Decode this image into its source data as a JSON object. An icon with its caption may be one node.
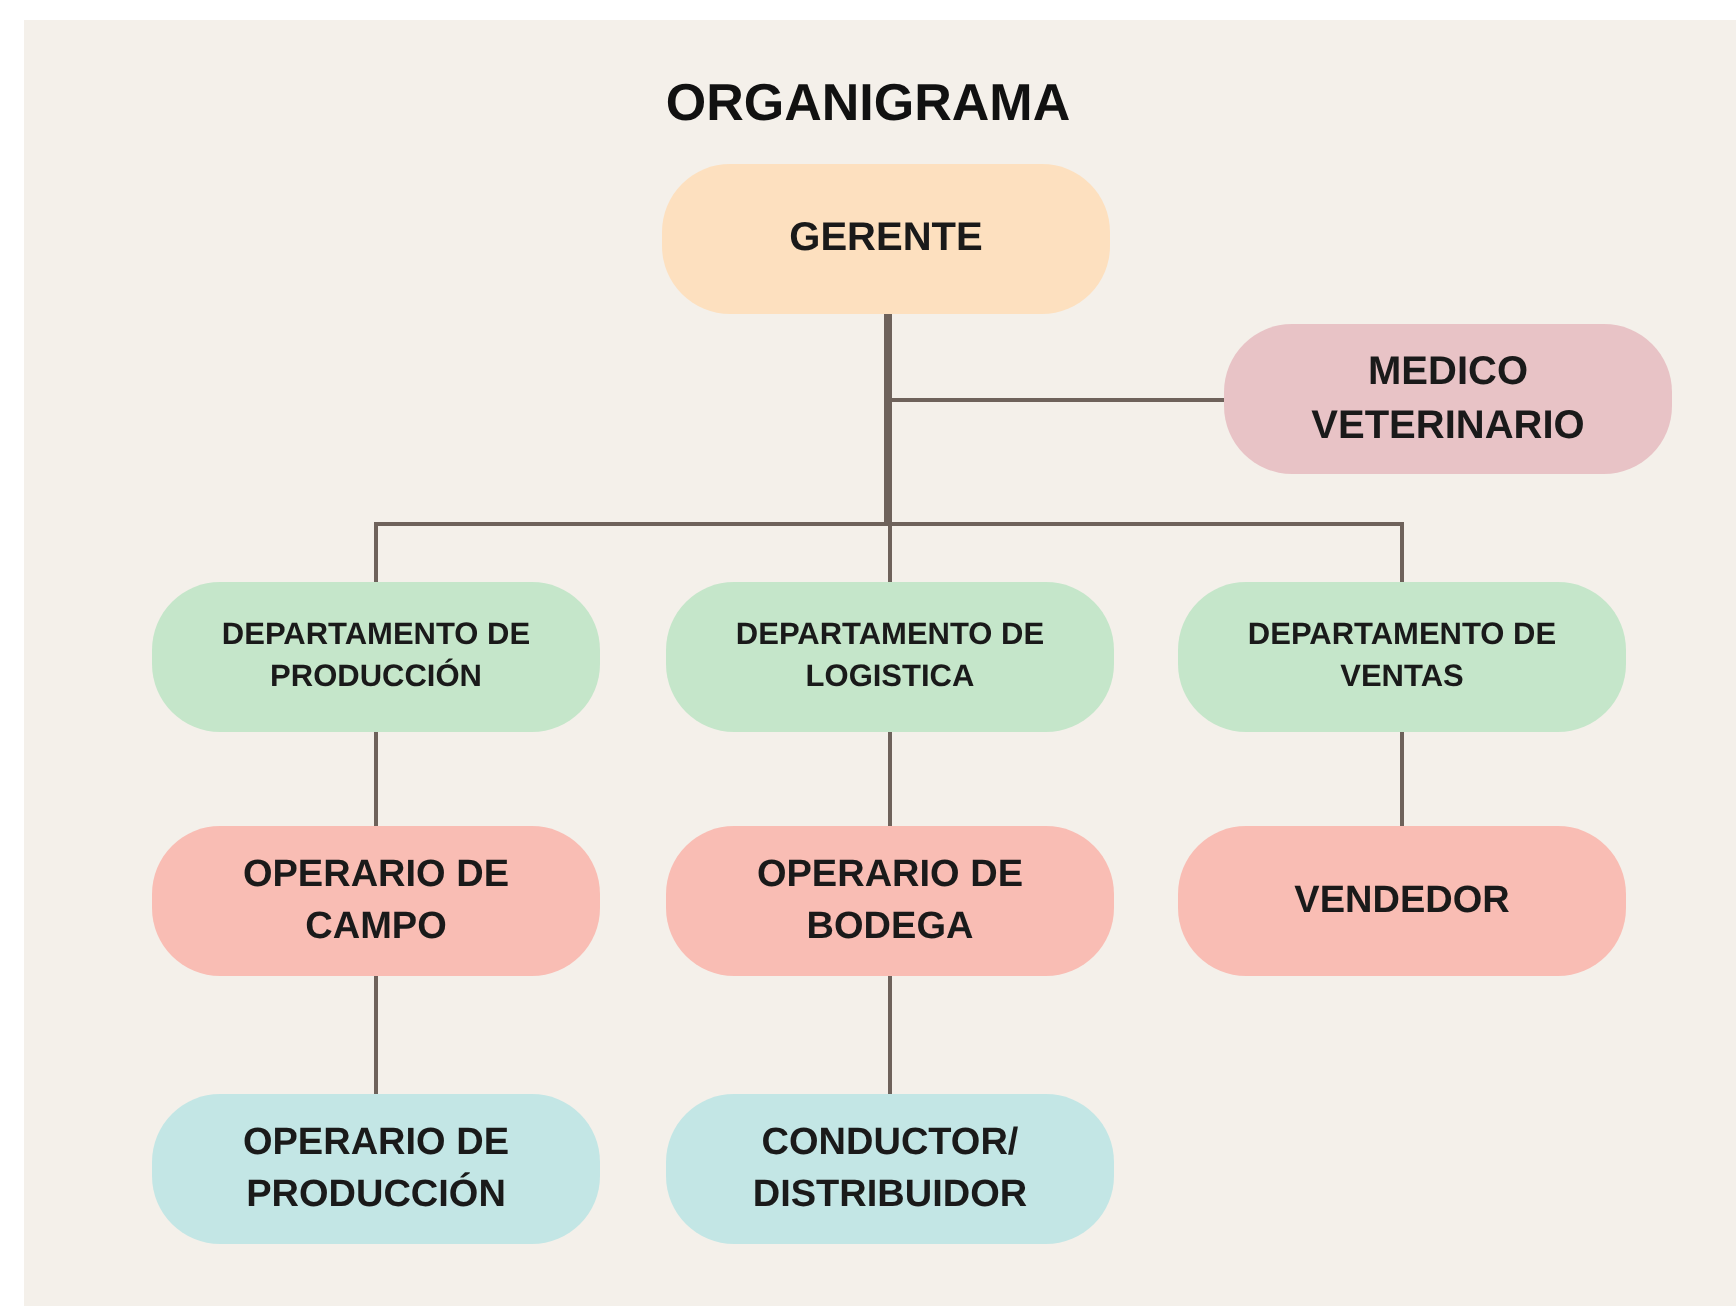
{
  "diagram": {
    "title": "ORGANIGRAMA",
    "nodes": [
      {
        "text": [
          "GERENTE"
        ]
      },
      {
        "text": [
          "MEDICO VETERINARIO"
        ]
      },
      {
        "text": [
          "DEPARTAMENTO DE PRODUCCIÓN"
        ]
      },
      {
        "text": [
          "DEPARTAMENTO DE LOGISTICA"
        ]
      },
      {
        "text": [
          "DEPARTAMENTO DE VENTAS"
        ]
      },
      {
        "text": [
          "OPERARIO DE CAMPO"
        ]
      },
      {
        "text": [
          "OPERARIO DE BODEGA"
        ]
      },
      {
        "text": [
          "VENDEDOR"
        ]
      },
      {
        "text": [
          "OPERARIO DE PRODUCCIÓN"
        ]
      },
      {
        "text": [
          "CONDUCTOR/ DISTRIBUIDOR"
        ]
      }
    ],
    "edges": [
      {
        "from": 0,
        "to": 1,
        "arrow": "none"
      },
      {
        "from": 0,
        "to": 2,
        "arrow": "none"
      },
      {
        "from": 0,
        "to": 3,
        "arrow": "none"
      },
      {
        "from": 0,
        "to": 4,
        "arrow": "none"
      },
      {
        "from": 2,
        "to": 5,
        "arrow": "none"
      },
      {
        "from": 5,
        "to": 8,
        "arrow": "none"
      },
      {
        "from": 3,
        "to": 6,
        "arrow": "none"
      },
      {
        "from": 6,
        "to": 9,
        "arrow": "none"
      },
      {
        "from": 4,
        "to": 7,
        "arrow": "none"
      }
    ]
  }
}
